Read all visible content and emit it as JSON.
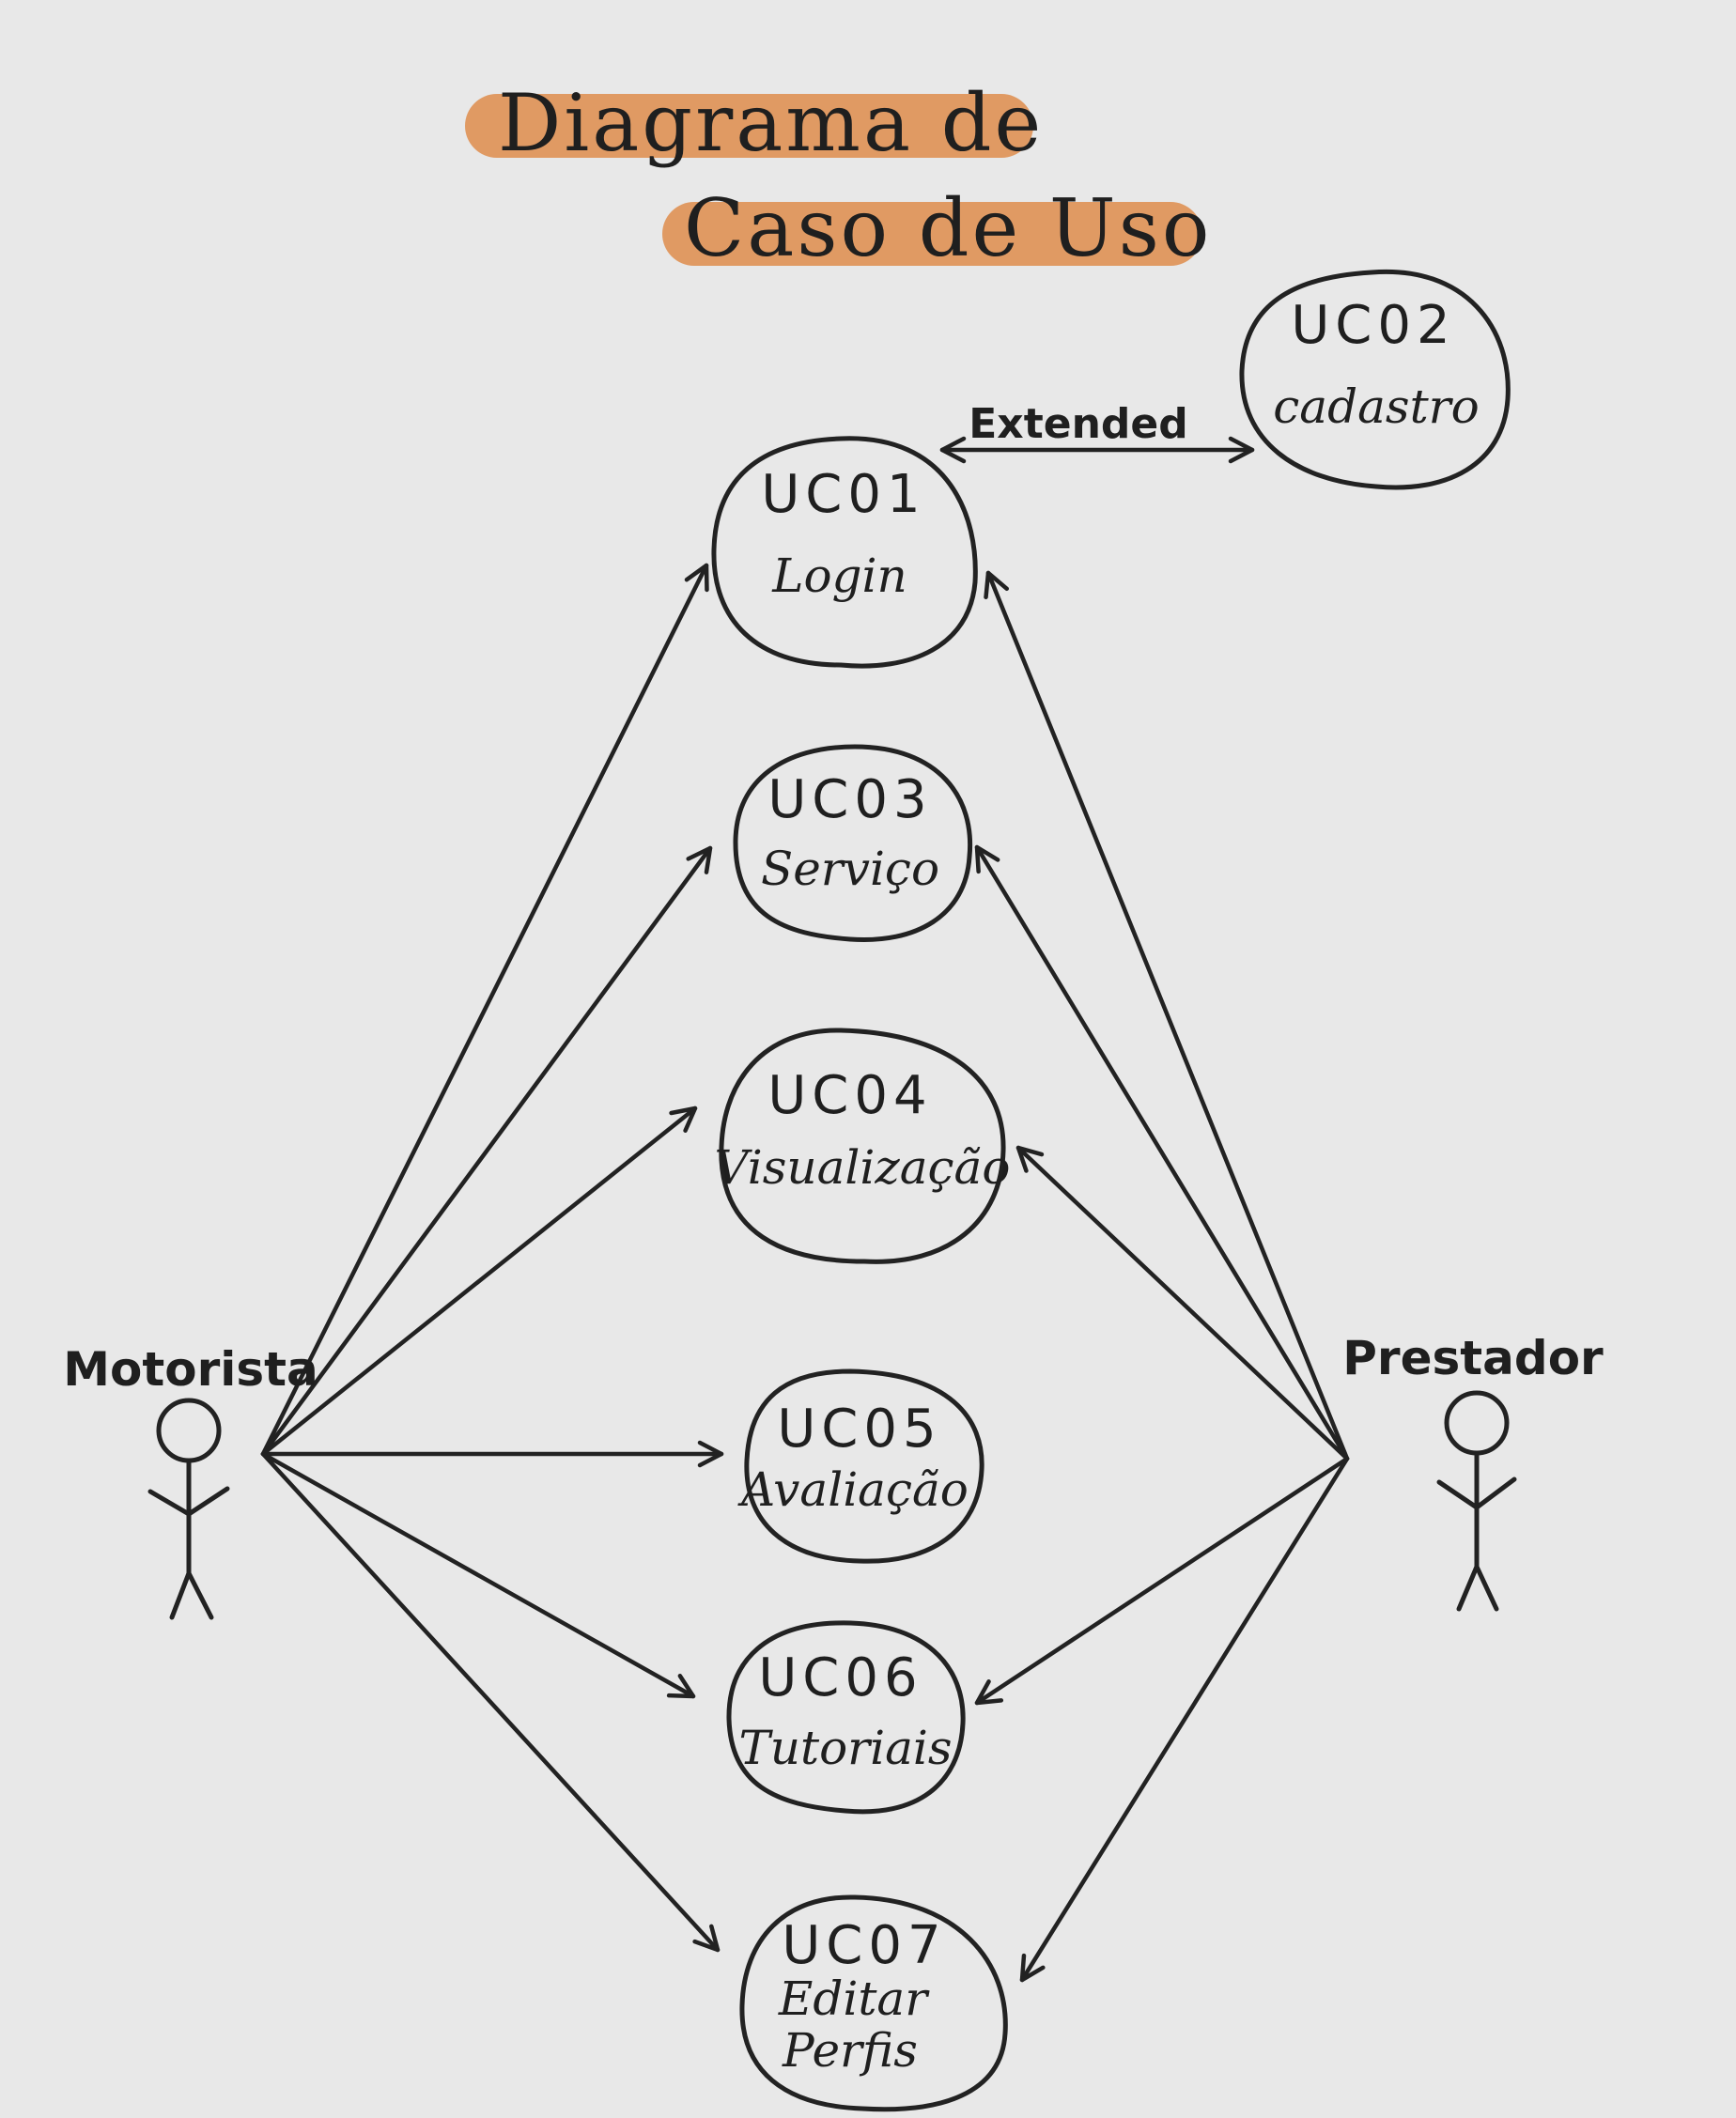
{
  "title": {
    "line1": "Diagrama de",
    "line2": "Caso de Uso"
  },
  "colors": {
    "highlight": "#e09a63",
    "ink": "#222222",
    "background": "#e8e8e8"
  },
  "actors": {
    "motorista": {
      "label": "Motorista"
    },
    "prestador": {
      "label": "Prestador"
    }
  },
  "use_cases": [
    {
      "key": "uc01",
      "id": "UC01",
      "name_lines": [
        "Login"
      ]
    },
    {
      "key": "uc02",
      "id": "UC02",
      "name_lines": [
        "cadastro"
      ]
    },
    {
      "key": "uc03",
      "id": "UC03",
      "name_lines": [
        "Serviço"
      ]
    },
    {
      "key": "uc04",
      "id": "UC04",
      "name_lines": [
        "Visualização"
      ]
    },
    {
      "key": "uc05",
      "id": "UC05",
      "name_lines": [
        "Avaliação"
      ]
    },
    {
      "key": "uc06",
      "id": "UC06",
      "name_lines": [
        "Tutoriais"
      ]
    },
    {
      "key": "uc07",
      "id": "UC07",
      "name_lines": [
        "Editar",
        "Perfis"
      ]
    }
  ],
  "relations": {
    "extend": {
      "from": "uc01",
      "to": "uc02",
      "label": "Extended"
    },
    "associations": [
      {
        "actor": "motorista",
        "to": "uc01"
      },
      {
        "actor": "motorista",
        "to": "uc03"
      },
      {
        "actor": "motorista",
        "to": "uc04"
      },
      {
        "actor": "motorista",
        "to": "uc05"
      },
      {
        "actor": "motorista",
        "to": "uc06"
      },
      {
        "actor": "motorista",
        "to": "uc07"
      },
      {
        "actor": "prestador",
        "to": "uc01"
      },
      {
        "actor": "prestador",
        "to": "uc03"
      },
      {
        "actor": "prestador",
        "to": "uc04"
      },
      {
        "actor": "prestador",
        "to": "uc06"
      },
      {
        "actor": "prestador",
        "to": "uc07"
      }
    ]
  }
}
